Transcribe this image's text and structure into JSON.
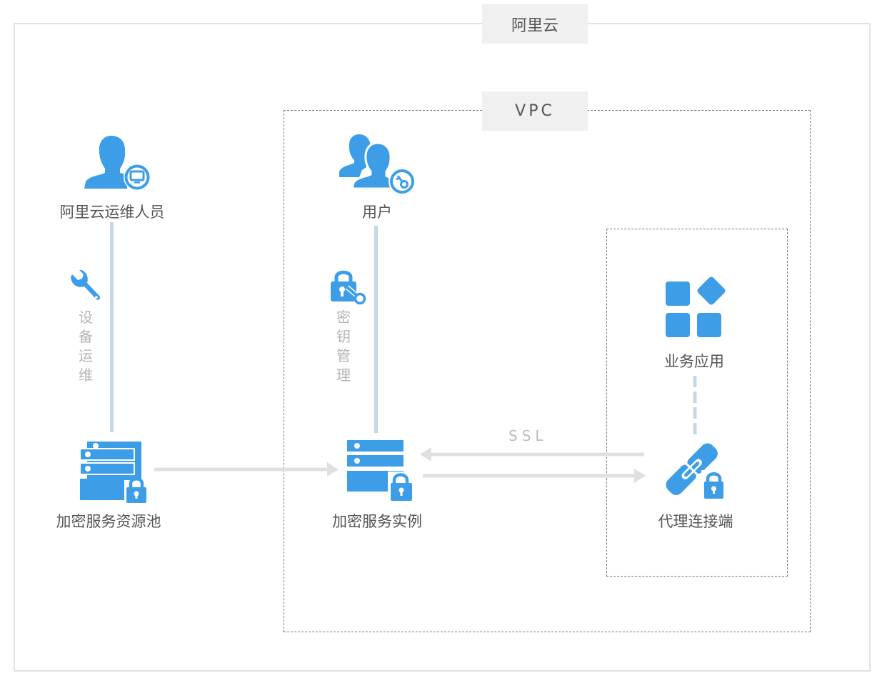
{
  "colors": {
    "icon": "#3d9ee7",
    "connector": "#c4d8e6",
    "arrow": "#e0e0e0",
    "border": "#e2e2e2",
    "dashed": "#7a7a7a",
    "tag_bg": "#f0f0f0"
  },
  "zones": {
    "aliyun": {
      "label": "阿里云"
    },
    "vpc": {
      "label": "VPC"
    }
  },
  "nodes": {
    "ops_staff": {
      "label": "阿里云运维人员",
      "icon": "user-monitor-icon"
    },
    "user": {
      "label": "用户",
      "icon": "users-key-icon"
    },
    "business_app": {
      "label": "业务应用",
      "icon": "apps-grid-icon"
    },
    "resource_pool": {
      "label": "加密服务资源池",
      "icon": "server-stack-lock-icon"
    },
    "instance": {
      "label": "加密服务实例",
      "icon": "server-lock-icon"
    },
    "proxy": {
      "label": "代理连接端",
      "icon": "link-lock-icon"
    }
  },
  "edges": {
    "device_ops": {
      "label": "设备运维",
      "icon": "wrench-icon"
    },
    "key_mgmt": {
      "label": "密钥管理",
      "icon": "lock-key-icon"
    },
    "ssl": {
      "label": "SSL"
    }
  }
}
